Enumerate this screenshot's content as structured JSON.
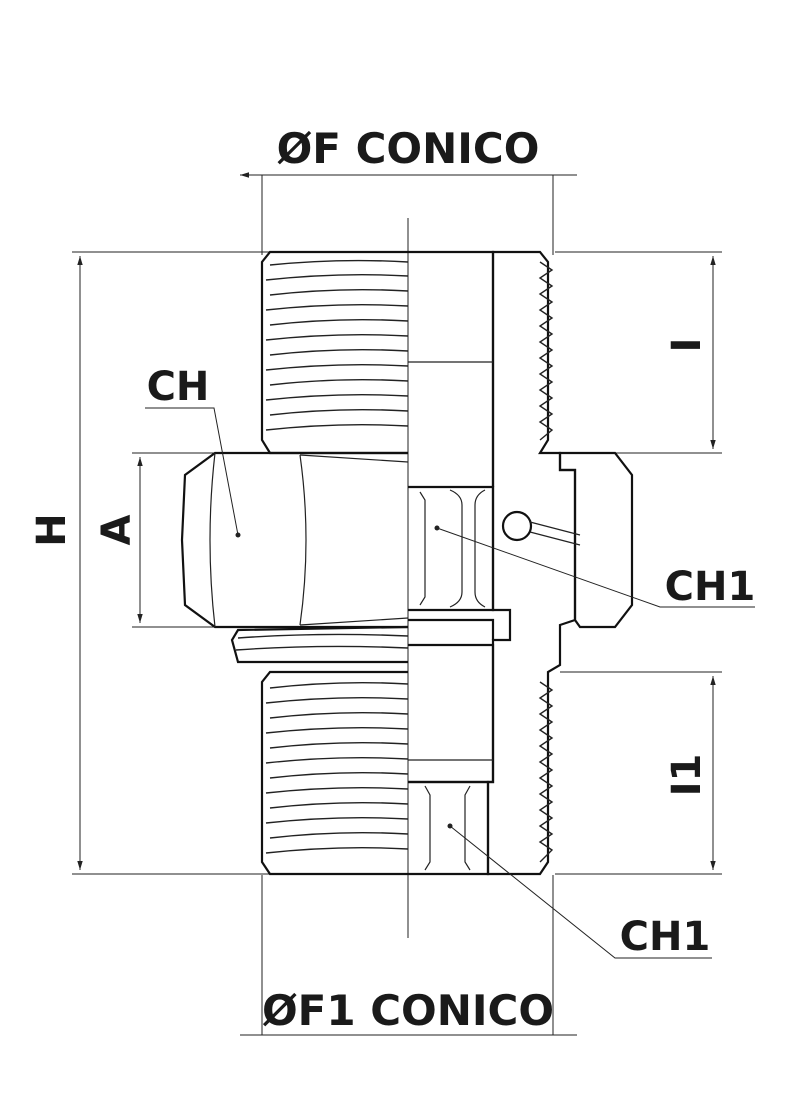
{
  "labels": {
    "top_dim": "ØF CONICO",
    "bottom_dim": "ØF1 CONICO",
    "height": "H",
    "hex_across": "A",
    "hex_wrench": "CH",
    "inner_wrench_top": "CH1",
    "inner_wrench_bottom": "CH1",
    "top_thread_length": "I",
    "bottom_thread_length": "I1"
  },
  "colors": {
    "line": "#222222",
    "text": "#1a1a1a",
    "background": "#ffffff"
  }
}
